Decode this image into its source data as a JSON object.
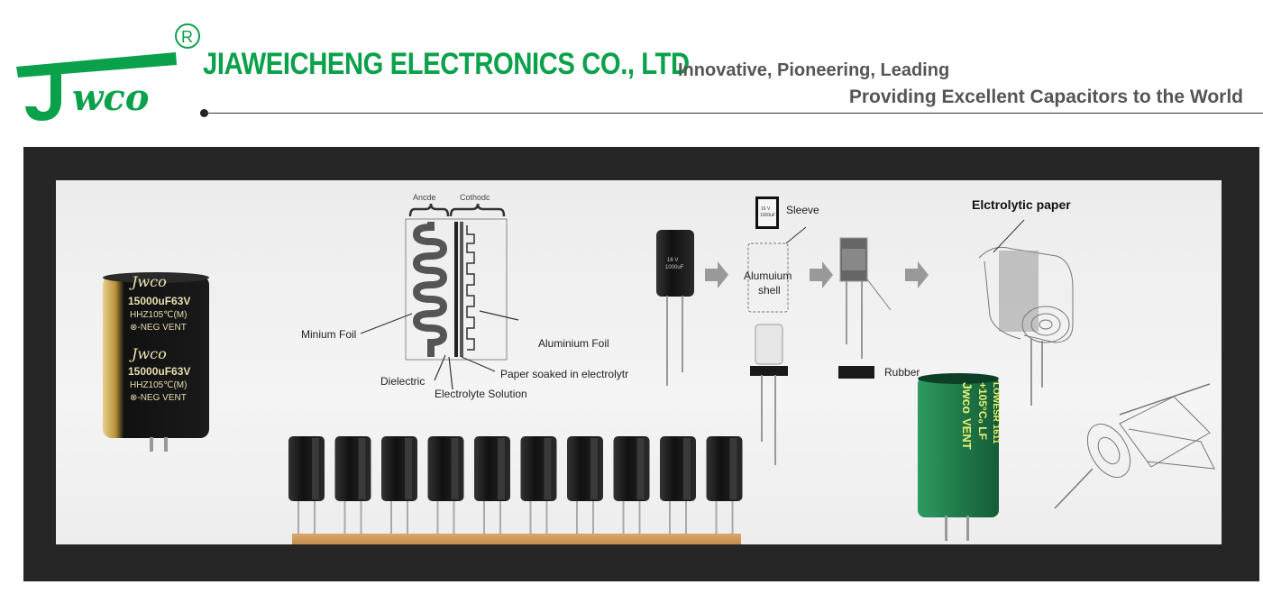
{
  "header": {
    "logo_text": "Jwco",
    "company_name": "JIAWEICHENG  ELECTRONICS CO., LTD",
    "slogan_line1": "Innovative, Pioneering, Leading",
    "slogan_line2": "Providing Excellent Capacitors to the World"
  },
  "diagram": {
    "anode_label": "Ancde",
    "cathode_label": "Cothodc",
    "minium_foil": "Minium Foil",
    "aluminium_foil": "Aluminium Foil",
    "dielectric": "Dielectric",
    "electrolyte_solution": "Electrolyte Solution",
    "paper_soaked": "Paper soaked in electrolytr",
    "sleeve": "Sleeve",
    "alumium_shell_1": "Alumuium",
    "alumium_shell_2": "shell",
    "rubber": "Rubber",
    "electrolytic_paper": "Elctrolytic paper"
  },
  "capacitor_big": {
    "brand": "Jwco",
    "line1": "15000uF63V",
    "line2": "HHZ105℃(M)",
    "line3": "⊗-NEG VENT"
  },
  "capacitor_green": {
    "brand": "Jwco",
    "line1": "VENT",
    "line2": "+105°C₀ LF",
    "line3": "LOWESR 1611"
  },
  "colors": {
    "brand_green": "#0aa14a",
    "slogan_gray": "#555555",
    "banner_dark": "#262626",
    "panel_light": "#efefef",
    "cap_gold": "#c8a24a",
    "cap_green": "#1f7a4a"
  }
}
